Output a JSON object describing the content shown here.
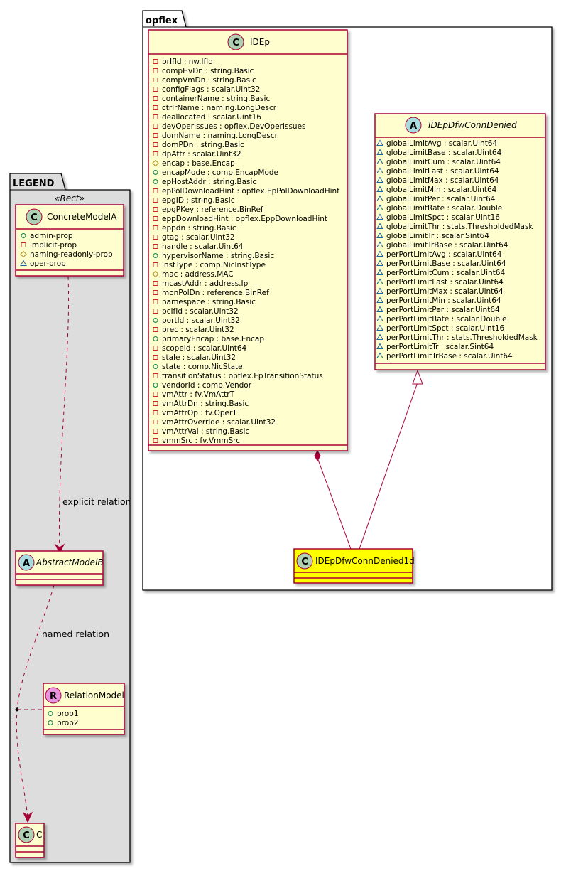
{
  "legend": {
    "title": "LEGEND",
    "stereotype": "«Rect»",
    "concrete": {
      "badge": "C",
      "name": "ConcreteModelA",
      "attrs": [
        {
          "vis": "+",
          "text": "admin-prop"
        },
        {
          "vis": "-",
          "text": "implicit-prop"
        },
        {
          "vis": "#",
          "text": "naming-readonly-prop"
        },
        {
          "vis": "~",
          "text": "oper-prop"
        }
      ]
    },
    "abstract": {
      "badge": "A",
      "name": "AbstractModelB"
    },
    "relation_model": {
      "badge": "R",
      "name": "RelationModel",
      "attrs": [
        {
          "vis": "+",
          "text": "prop1"
        },
        {
          "vis": "+",
          "text": "prop2"
        }
      ]
    },
    "c": {
      "badge": "C",
      "name": "C"
    },
    "explicit_label": "explicit relation",
    "named_label": "named relation"
  },
  "package": {
    "title": "opflex",
    "idep": {
      "badge": "C",
      "name": "IDEp",
      "attrs": [
        {
          "vis": "-",
          "text": "brIfId : nw.IfId"
        },
        {
          "vis": "-",
          "text": "compHvDn : string.Basic"
        },
        {
          "vis": "-",
          "text": "compVmDn : string.Basic"
        },
        {
          "vis": "-",
          "text": "configFlags : scalar.Uint32"
        },
        {
          "vis": "-",
          "text": "containerName : string.Basic"
        },
        {
          "vis": "-",
          "text": "ctrlrName : naming.LongDescr"
        },
        {
          "vis": "-",
          "text": "deallocated : scalar.Uint16"
        },
        {
          "vis": "-",
          "text": "devOperIssues : opflex.DevOperIssues"
        },
        {
          "vis": "-",
          "text": "domName : naming.LongDescr"
        },
        {
          "vis": "-",
          "text": "domPDn : string.Basic"
        },
        {
          "vis": "-",
          "text": "dpAttr : scalar.Uint32"
        },
        {
          "vis": "#",
          "text": "encap : base.Encap"
        },
        {
          "vis": "+",
          "text": "encapMode : comp.EncapMode"
        },
        {
          "vis": "+",
          "text": "epHostAddr : string.Basic"
        },
        {
          "vis": "-",
          "text": "epPolDownloadHint : opflex.EpPolDownloadHint"
        },
        {
          "vis": "-",
          "text": "epgID : string.Basic"
        },
        {
          "vis": "-",
          "text": "epgPKey : reference.BinRef"
        },
        {
          "vis": "-",
          "text": "eppDownloadHint : opflex.EppDownloadHint"
        },
        {
          "vis": "-",
          "text": "eppdn : string.Basic"
        },
        {
          "vis": "-",
          "text": "gtag : scalar.Uint32"
        },
        {
          "vis": "-",
          "text": "handle : scalar.Uint64"
        },
        {
          "vis": "+",
          "text": "hypervisorName : string.Basic"
        },
        {
          "vis": "-",
          "text": "instType : comp.NicInstType"
        },
        {
          "vis": "#",
          "text": "mac : address.MAC"
        },
        {
          "vis": "-",
          "text": "mcastAddr : address.Ip"
        },
        {
          "vis": "-",
          "text": "monPolDn : reference.BinRef"
        },
        {
          "vis": "-",
          "text": "namespace : string.Basic"
        },
        {
          "vis": "-",
          "text": "pcIfId : scalar.Uint32"
        },
        {
          "vis": "+",
          "text": "portId : scalar.Uint32"
        },
        {
          "vis": "-",
          "text": "prec : scalar.Uint32"
        },
        {
          "vis": "+",
          "text": "primaryEncap : base.Encap"
        },
        {
          "vis": "-",
          "text": "scopeId : scalar.Uint64"
        },
        {
          "vis": "-",
          "text": "stale : scalar.Uint32"
        },
        {
          "vis": "+",
          "text": "state : comp.NicState"
        },
        {
          "vis": "-",
          "text": "transitionStatus : opflex.EpTransitionStatus"
        },
        {
          "vis": "+",
          "text": "vendorId : comp.Vendor"
        },
        {
          "vis": "-",
          "text": "vmAttr : fv.VmAttrT"
        },
        {
          "vis": "-",
          "text": "vmAttrDn : string.Basic"
        },
        {
          "vis": "-",
          "text": "vmAttrOp : fv.OperT"
        },
        {
          "vis": "-",
          "text": "vmAttrOverride : scalar.Uint32"
        },
        {
          "vis": "-",
          "text": "vmAttrVal : string.Basic"
        },
        {
          "vis": "-",
          "text": "vmmSrc : fv.VmmSrc"
        }
      ]
    },
    "denied": {
      "badge": "A",
      "name": "IDEpDfwConnDenied",
      "attrs": [
        {
          "vis": "~",
          "text": "globalLimitAvg : scalar.Uint64"
        },
        {
          "vis": "~",
          "text": "globalLimitBase : scalar.Uint64"
        },
        {
          "vis": "~",
          "text": "globalLimitCum : scalar.Uint64"
        },
        {
          "vis": "~",
          "text": "globalLimitLast : scalar.Uint64"
        },
        {
          "vis": "~",
          "text": "globalLimitMax : scalar.Uint64"
        },
        {
          "vis": "~",
          "text": "globalLimitMin : scalar.Uint64"
        },
        {
          "vis": "~",
          "text": "globalLimitPer : scalar.Uint64"
        },
        {
          "vis": "~",
          "text": "globalLimitRate : scalar.Double"
        },
        {
          "vis": "~",
          "text": "globalLimitSpct : scalar.Uint16"
        },
        {
          "vis": "~",
          "text": "globalLimitThr : stats.ThresholdedMask"
        },
        {
          "vis": "~",
          "text": "globalLimitTr : scalar.Sint64"
        },
        {
          "vis": "~",
          "text": "globalLimitTrBase : scalar.Uint64"
        },
        {
          "vis": "~",
          "text": "perPortLimitAvg : scalar.Uint64"
        },
        {
          "vis": "~",
          "text": "perPortLimitBase : scalar.Uint64"
        },
        {
          "vis": "~",
          "text": "perPortLimitCum : scalar.Uint64"
        },
        {
          "vis": "~",
          "text": "perPortLimitLast : scalar.Uint64"
        },
        {
          "vis": "~",
          "text": "perPortLimitMax : scalar.Uint64"
        },
        {
          "vis": "~",
          "text": "perPortLimitMin : scalar.Uint64"
        },
        {
          "vis": "~",
          "text": "perPortLimitPer : scalar.Uint64"
        },
        {
          "vis": "~",
          "text": "perPortLimitRate : scalar.Double"
        },
        {
          "vis": "~",
          "text": "perPortLimitSpct : scalar.Uint16"
        },
        {
          "vis": "~",
          "text": "perPortLimitThr : stats.ThresholdedMask"
        },
        {
          "vis": "~",
          "text": "perPortLimitTr : scalar.Sint64"
        },
        {
          "vis": "~",
          "text": "perPortLimitTrBase : scalar.Uint64"
        }
      ]
    },
    "denied1d": {
      "badge": "C",
      "name": "IDEpDfwConnDenied1d"
    }
  },
  "colors": {
    "class_fill": "#fefece",
    "border": "#a80036",
    "highlight_fill": "#ffff00",
    "legend_bg": "#dddddd",
    "badge_class": "#add1b2",
    "badge_abstract": "#a9dcdf",
    "badge_relation": "#eb93df"
  }
}
